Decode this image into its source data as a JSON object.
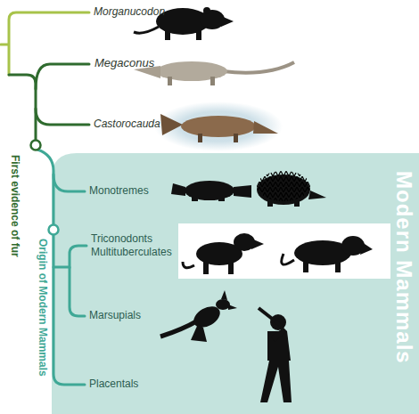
{
  "diagram": {
    "nodes": [
      {
        "text": [
          "Modern Mammals"
        ]
      }
    ],
    "labels": [
      "Morganucodon",
      "Megaconus",
      "Castorocauda",
      "First evidence of fur",
      "Monotremes",
      "Origin of Modern Mammals",
      "Triconodonts",
      "Multituberculates",
      "Marsupials",
      "Placentals"
    ]
  }
}
